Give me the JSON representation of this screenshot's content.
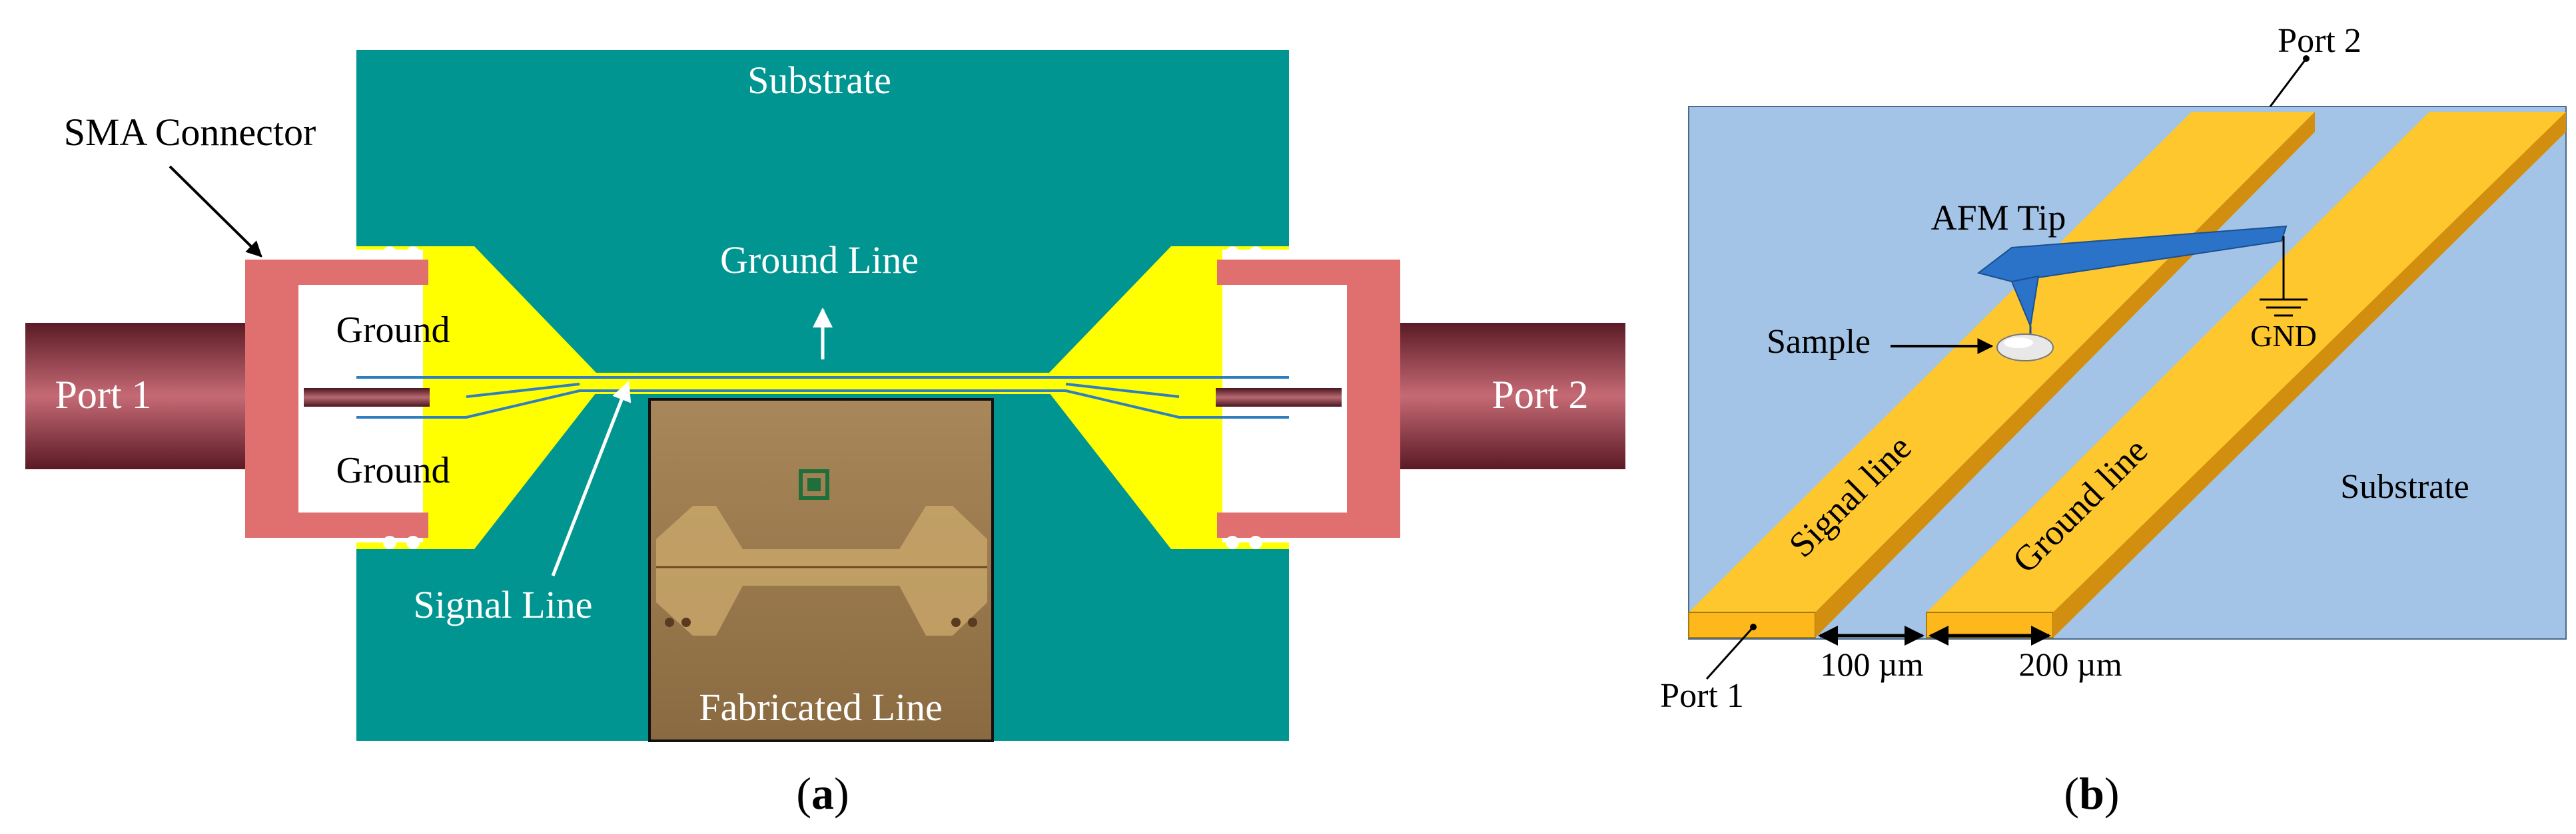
{
  "panel_a": {
    "caption": "a",
    "labels": {
      "substrate": "Substrate",
      "sma_connector": "SMA Connector",
      "ground_line": "Ground Line",
      "ground_top": "Ground",
      "ground_bottom": "Ground",
      "port1": "Port 1",
      "port2": "Port 2",
      "signal_line": "Signal Line",
      "fabricated_line": "Fabricated Line"
    },
    "colors": {
      "substrate": "#009590",
      "ground_metal": "#FFFF00",
      "connector": "#E07070",
      "cable": "#7A2A35",
      "line": "#2F7FC0"
    }
  },
  "panel_b": {
    "caption": "b",
    "labels": {
      "port2": "Port 2",
      "port1": "Port 1",
      "afm_tip": "AFM Tip",
      "sample": "Sample",
      "gnd": "GND",
      "signal_line": "Signal line",
      "ground_line": "Ground line",
      "substrate": "Substrate",
      "gap_width": "100 µm",
      "line_width": "200 µm"
    },
    "colors": {
      "substrate": "#A3C4E6",
      "strip_top": "#FFC72E",
      "strip_side": "#E8A318",
      "cantilever": "#2A73C8"
    }
  }
}
